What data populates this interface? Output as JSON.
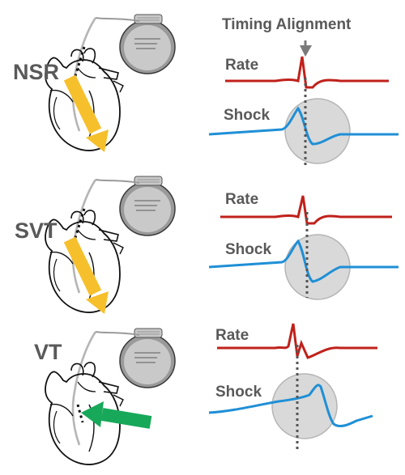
{
  "header": {
    "timing_alignment": "Timing Alignment"
  },
  "panels": [
    {
      "rhythm": "NSR",
      "rate_label": "Rate",
      "shock_label": "Shock"
    },
    {
      "rhythm": "SVT",
      "rate_label": "Rate",
      "shock_label": "Shock"
    },
    {
      "rhythm": "VT",
      "rate_label": "Rate",
      "shock_label": "Shock"
    }
  ],
  "colors": {
    "rate_trace": "#c0211b",
    "shock_trace": "#1f8fd6",
    "svt_nsr_arrow": "#f6c02c",
    "vt_arrow": "#17a85a",
    "window_circle": "#d9d9d9",
    "label_text": "#595959"
  }
}
